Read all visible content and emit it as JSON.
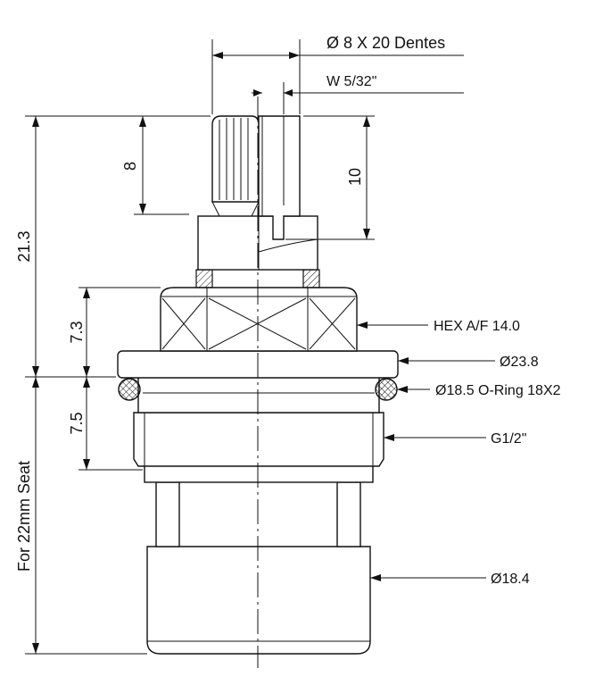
{
  "labels": {
    "spline": "Ø 8 X 20 Dentes",
    "width": "W 5/32\"",
    "dim_8": "8",
    "dim_10": "10",
    "dim_21_3": "21.3",
    "dim_7_3": "7.3",
    "dim_7_5": "7.5",
    "seat": "For 22mm Seat",
    "hex": "HEX A/F 14.0",
    "flange": "Ø23.8",
    "oring": "Ø18.5 O-Ring 18X2",
    "thread": "G1/2\"",
    "body_dia": "Ø18.4"
  },
  "colors": {
    "line": "#111111",
    "background": "#ffffff"
  }
}
